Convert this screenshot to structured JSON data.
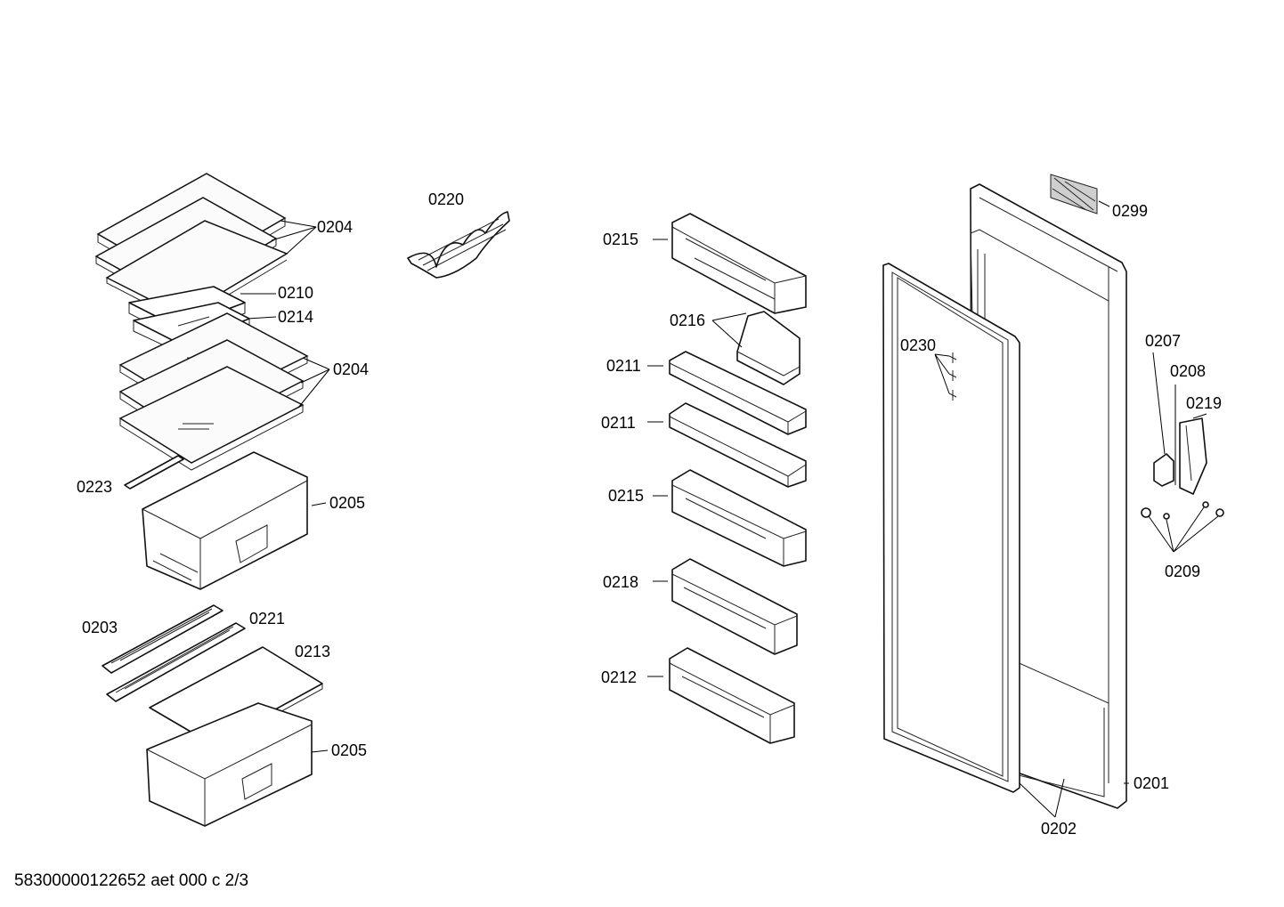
{
  "footer": "58300000122652 aet 000 c 2/3",
  "parts": [
    {
      "id": "p0204a",
      "label": "0204"
    },
    {
      "id": "p0210",
      "label": "0210"
    },
    {
      "id": "p0214",
      "label": "0214"
    },
    {
      "id": "p0204b",
      "label": "0204"
    },
    {
      "id": "p0223",
      "label": "0223"
    },
    {
      "id": "p0205a",
      "label": "0205"
    },
    {
      "id": "p0203",
      "label": "0203"
    },
    {
      "id": "p0221",
      "label": "0221"
    },
    {
      "id": "p0213",
      "label": "0213"
    },
    {
      "id": "p0205b",
      "label": "0205"
    },
    {
      "id": "p0220",
      "label": "0220"
    },
    {
      "id": "p0215a",
      "label": "0215"
    },
    {
      "id": "p0216",
      "label": "0216"
    },
    {
      "id": "p0211a",
      "label": "0211"
    },
    {
      "id": "p0211b",
      "label": "0211"
    },
    {
      "id": "p0215b",
      "label": "0215"
    },
    {
      "id": "p0218",
      "label": "0218"
    },
    {
      "id": "p0212",
      "label": "0212"
    },
    {
      "id": "p0230",
      "label": "0230"
    },
    {
      "id": "p0299",
      "label": "0299"
    },
    {
      "id": "p0207",
      "label": "0207"
    },
    {
      "id": "p0208",
      "label": "0208"
    },
    {
      "id": "p0219",
      "label": "0219"
    },
    {
      "id": "p0209",
      "label": "0209"
    },
    {
      "id": "p0201",
      "label": "0201"
    },
    {
      "id": "p0202",
      "label": "0202"
    }
  ]
}
